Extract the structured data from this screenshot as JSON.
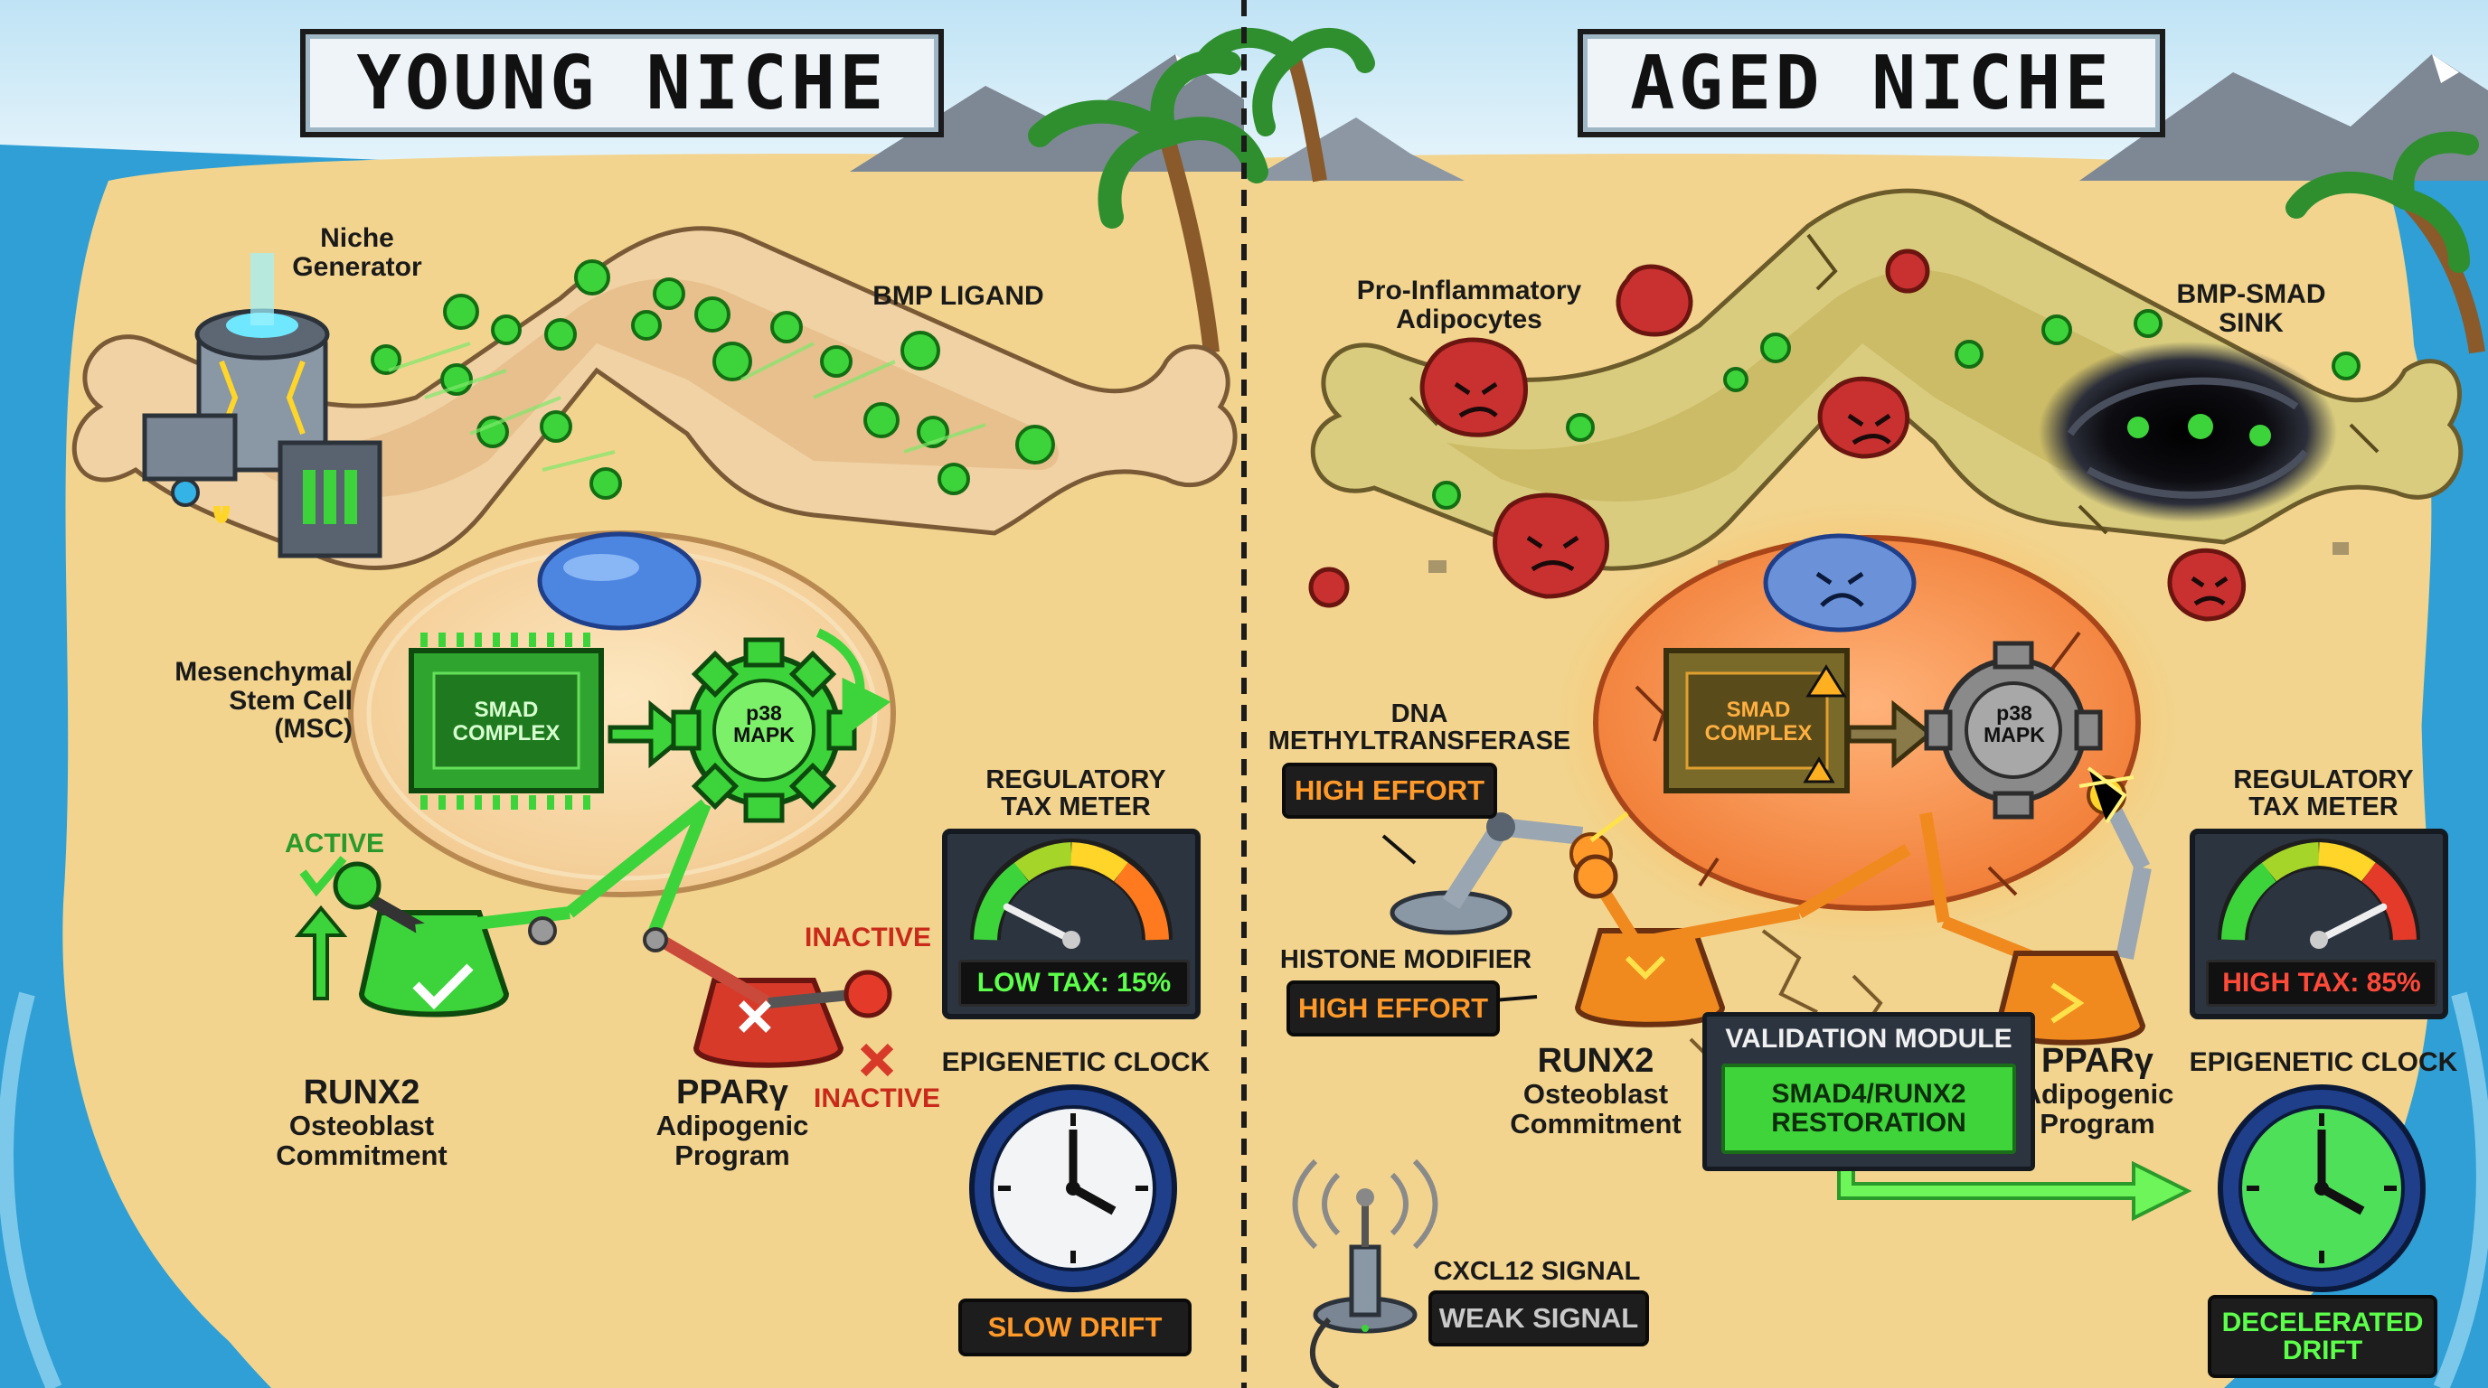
{
  "panels": {
    "young": {
      "title": "YOUNG NICHE",
      "niche_generator": "Niche\nGenerator",
      "bmp_ligand": "BMP LIGAND",
      "msc": "Mesenchymal\nStem Cell\n(MSC)",
      "smad_complex": "SMAD\nCOMPLEX",
      "p38_mapk": "p38\nMAPK",
      "active": "ACTIVE",
      "inactive_top": "INACTIVE",
      "inactive_bottom": "INACTIVE",
      "runx2": "RUNX2",
      "runx2_sub": "Osteoblast\nCommitment",
      "ppar": "PPARγ",
      "ppar_sub": "Adipogenic\nProgram",
      "tax_meter_title": "REGULATORY\nTAX METER",
      "tax_value": "LOW TAX: 15%",
      "tax_fraction": 0.15,
      "clock_title": "EPIGENETIC CLOCK",
      "clock_status": "SLOW DRIFT"
    },
    "aged": {
      "title": "AGED NICHE",
      "pro_inflammatory": "Pro-Inflammatory\nAdipocytes",
      "bmp_smad_sink": "BMP-SMAD\nSINK",
      "dna_methyl": "DNA\nMETHYLTRANSFERASE",
      "dna_effort": "HIGH EFFORT",
      "histone": "HISTONE MODIFIER",
      "histone_effort": "HIGH EFFORT",
      "smad_complex": "SMAD\nCOMPLEX",
      "p38_mapk": "p38\nMAPK",
      "runx2": "RUNX2",
      "runx2_sub": "Osteoblast\nCommitment",
      "ppar": "PPARγ",
      "ppar_sub": "Adipogenic\nProgram",
      "validation_title": "VALIDATION MODULE",
      "validation_body": "SMAD4/RUNX2\nRESTORATION",
      "tax_meter_title": "REGULATORY\nTAX METER",
      "tax_value": "HIGH TAX: 85%",
      "tax_fraction": 0.85,
      "clock_title": "EPIGENETIC CLOCK",
      "clock_status": "DECELERATED\nDRIFT",
      "cxcl12": "CXCL12 SIGNAL",
      "cxcl12_status": "WEAK SIGNAL"
    }
  },
  "colors": {
    "sand": "#f2d48e",
    "ocean": "#2f9fd6",
    "bone_young": "#f0d2a4",
    "bone_aged": "#d9cc7e",
    "signal_green": "#3cd43a",
    "alert_red": "#d83a2a",
    "warning_orange": "#ff8a1e",
    "clock_blue": "#1f3f8a"
  },
  "icons": [
    "niche-generator-icon",
    "bmp-ligand-icon",
    "gear-icon",
    "lever-icon",
    "check-icon",
    "cross-icon",
    "gauge-icon",
    "clock-icon",
    "adipocyte-icon",
    "black-hole-icon",
    "robot-arm-icon",
    "antenna-icon",
    "arrow-icon",
    "palm-tree-icon"
  ]
}
